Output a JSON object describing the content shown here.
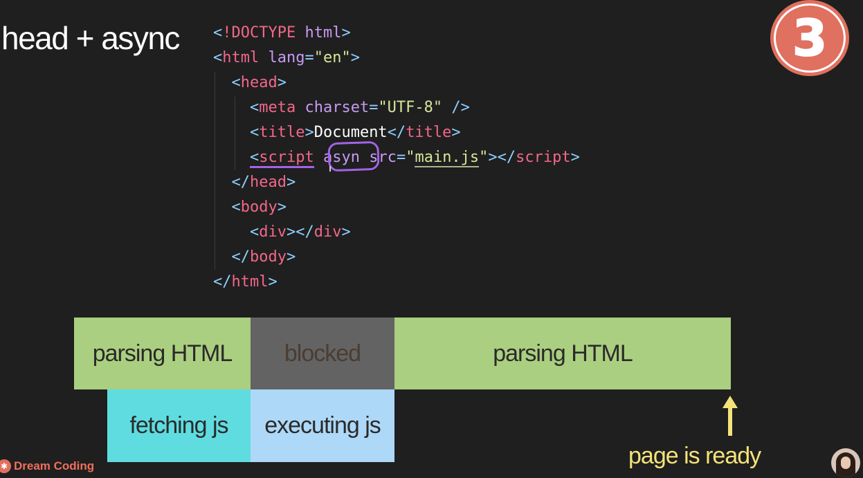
{
  "slide": {
    "title": "head + async",
    "badge_number": "3"
  },
  "code": {
    "line1": {
      "lt": "<",
      "doctype": "!DOCTYPE",
      "sp": " ",
      "attr": "html",
      "gt": ">"
    },
    "line2": {
      "lt": "<",
      "tag": "html",
      "sp": " ",
      "attr": "lang",
      "eq": "=",
      "val": "\"en\"",
      "gt": ">"
    },
    "line3": {
      "lt": "<",
      "tag": "head",
      "gt": ">"
    },
    "line4": {
      "lt": "<",
      "tag": "meta",
      "sp": " ",
      "attr": "charset",
      "eq": "=",
      "val": "\"UTF-8\"",
      "end": " />"
    },
    "line5": {
      "lt": "<",
      "tag": "title",
      "gt": ">",
      "text": "Document",
      "lt2": "</",
      "tag2": "title",
      "gt2": ">"
    },
    "line6": {
      "lt": "<",
      "tag": "script",
      "sp": " ",
      "async": "asyn",
      "sp2": " ",
      "attr": "src",
      "eq": "=",
      "q1": "\"",
      "val": "main.js",
      "q2": "\"",
      "gt": ">",
      "lt2": "</",
      "tag2": "script",
      "gt2": ">"
    },
    "line7": {
      "lt": "</",
      "tag": "head",
      "gt": ">"
    },
    "line8": {
      "lt": "<",
      "tag": "body",
      "gt": ">"
    },
    "line9": {
      "lt": "<",
      "tag": "div",
      "gt": ">",
      "lt2": "</",
      "tag2": "div",
      "gt2": ">"
    },
    "line10": {
      "lt": "</",
      "tag": "body",
      "gt": ">"
    },
    "line11": {
      "lt": "</",
      "tag": "html",
      "gt": ">"
    }
  },
  "timeline": {
    "parsing_1": "parsing HTML",
    "blocked": "blocked",
    "parsing_2": "parsing HTML",
    "fetching": "fetching js",
    "executing": "executing js",
    "ready_label": "page is ready"
  },
  "branding": {
    "channel_name": "Dream Coding",
    "logo_icon": "react-icon"
  },
  "colors": {
    "parsing": "#abcf80",
    "blocked": "#636363",
    "fetching": "#5fdce0",
    "executing": "#aed8f7",
    "ready": "#f5e27a",
    "badge": "#e0705f",
    "highlight": "#a463e6"
  }
}
